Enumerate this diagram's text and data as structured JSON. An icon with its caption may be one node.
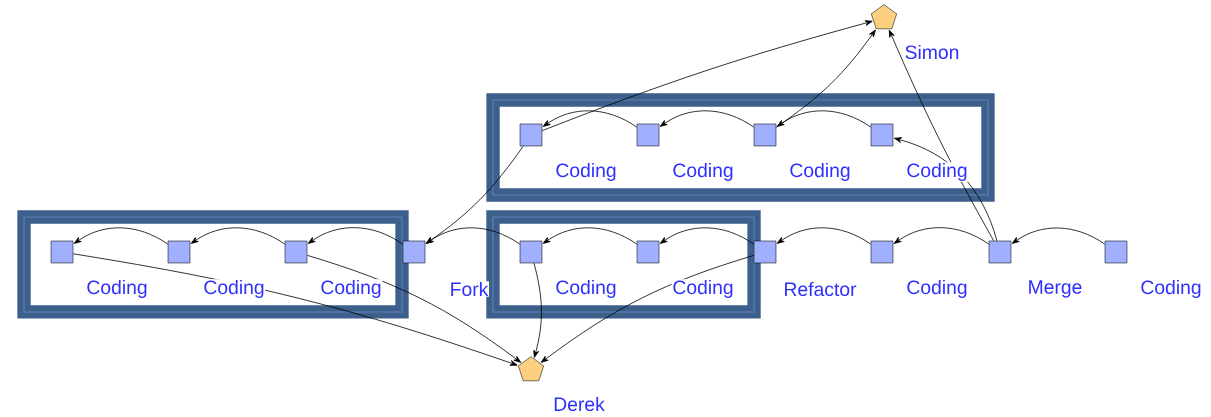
{
  "diagram": {
    "nodes": [
      {
        "text": [],
        "shape": "pentagon",
        "beside": [
          "Simon"
        ]
      },
      {
        "text": [],
        "shape": "box"
      },
      {
        "text": [],
        "shape": "box",
        "in": 1,
        "beside": [
          "Coding"
        ]
      },
      {
        "text": [],
        "shape": "box",
        "in": 1,
        "beside": [
          "Coding"
        ]
      },
      {
        "text": [],
        "shape": "box",
        "in": 1,
        "beside": [
          "Coding"
        ]
      },
      {
        "text": [],
        "shape": "box",
        "in": 1,
        "beside": [
          "Coding"
        ]
      },
      {
        "text": [],
        "shape": "box"
      },
      {
        "text": [],
        "shape": "box",
        "in": 6,
        "beside": [
          "Coding"
        ]
      },
      {
        "text": [],
        "shape": "box",
        "in": 6,
        "beside": [
          "Coding"
        ]
      },
      {
        "text": [],
        "shape": "box",
        "in": 6,
        "beside": [
          "Coding"
        ]
      },
      {
        "text": [],
        "shape": "box",
        "beside": [
          "Fork"
        ]
      },
      {
        "text": [],
        "shape": "box"
      },
      {
        "text": [],
        "shape": "box",
        "in": 11,
        "beside": [
          "Coding"
        ]
      },
      {
        "text": [],
        "shape": "box",
        "in": 11,
        "beside": [
          "Coding"
        ]
      },
      {
        "text": [],
        "shape": "box",
        "beside": [
          "Refactor"
        ]
      },
      {
        "text": [],
        "shape": "box",
        "beside": [
          "Coding"
        ]
      },
      {
        "text": [],
        "shape": "box",
        "beside": [
          "Merge"
        ]
      },
      {
        "text": [],
        "shape": "box",
        "beside": [
          "Coding"
        ]
      },
      {
        "text": [],
        "shape": "pentagon",
        "beside": [
          "Derek"
        ]
      }
    ],
    "edges": [
      {
        "from": 17,
        "to": 16,
        "arrow": "to"
      },
      {
        "from": 16,
        "to": 15,
        "arrow": "to"
      },
      {
        "from": 15,
        "to": 14,
        "arrow": "to"
      },
      {
        "from": 14,
        "to": 13,
        "arrow": "to"
      },
      {
        "from": 13,
        "to": 12,
        "arrow": "to"
      },
      {
        "from": 12,
        "to": 10,
        "arrow": "to"
      },
      {
        "from": 10,
        "to": 9,
        "arrow": "to"
      },
      {
        "from": 9,
        "to": 8,
        "arrow": "to"
      },
      {
        "from": 8,
        "to": 7,
        "arrow": "to"
      },
      {
        "from": 16,
        "to": 5,
        "arrow": "to"
      },
      {
        "from": 16,
        "to": 0,
        "arrow": "to"
      },
      {
        "from": 5,
        "to": 4,
        "arrow": "to"
      },
      {
        "from": 4,
        "to": 3,
        "arrow": "to"
      },
      {
        "from": 3,
        "to": 2,
        "arrow": "to"
      },
      {
        "from": 2,
        "to": 10,
        "arrow": "to"
      },
      {
        "from": 2,
        "to": 0,
        "arrow": "to"
      },
      {
        "from": 4,
        "to": 0,
        "arrow": "to"
      },
      {
        "from": 7,
        "to": 18,
        "arrow": "to"
      },
      {
        "from": 9,
        "to": 18,
        "arrow": "to"
      },
      {
        "from": 12,
        "to": 18,
        "arrow": "to"
      },
      {
        "from": 14,
        "to": 18,
        "arrow": "to"
      }
    ]
  }
}
